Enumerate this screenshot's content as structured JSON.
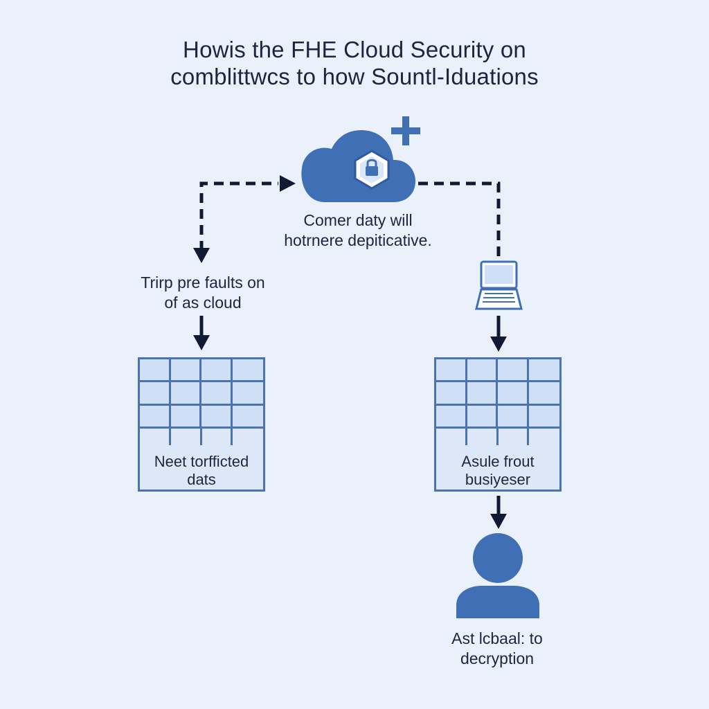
{
  "title": {
    "line1": "Howis the FHE Cloud Security on",
    "line2": "comblittwcs to how Sountl-Iduations"
  },
  "cloud_caption": {
    "line1": "Comer daty will",
    "line2": "hotrnere depiticative."
  },
  "left_step_caption": {
    "line1": "Trirp pre faults on",
    "line2": "of as cloud"
  },
  "left_table_caption": {
    "line1": "Neet torfficted",
    "line2": "dats"
  },
  "right_table_caption": {
    "line1": "Asule frout",
    "line2": "busiyeser"
  },
  "user_caption": {
    "line1": "Ast lcbaal: to",
    "line2": "decryption"
  },
  "icons": {
    "cloud": "cloud-lock-icon",
    "plus": "plus-icon",
    "laptop": "laptop-icon",
    "user": "user-icon"
  },
  "colors": {
    "background": "#eaf1fa",
    "accent": "#3f6fb5",
    "arrow": "#111a33",
    "table_border": "#4a73b0",
    "table_fill": "#cfe0f6"
  }
}
